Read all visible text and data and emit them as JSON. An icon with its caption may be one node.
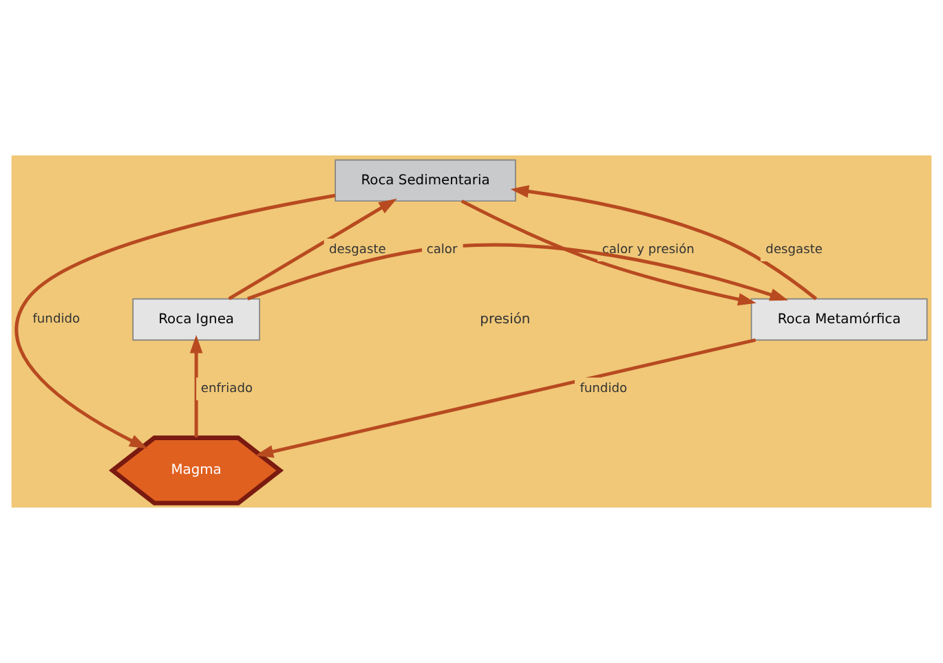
{
  "diagram": {
    "nodes": [
      {
        "text": [
          "Roca Sedimentaria"
        ]
      },
      {
        "text": [
          "Roca Ignea"
        ]
      },
      {
        "text": [
          "Roca Metamórfica"
        ]
      },
      {
        "text": [
          "Magma"
        ]
      }
    ],
    "edges": [
      {
        "from": 1,
        "to": 0,
        "arrow": "to",
        "label": "desgaste"
      },
      {
        "from": 0,
        "to": 2,
        "arrow": "to",
        "label": "calor y presión"
      },
      {
        "from": 2,
        "to": 0,
        "arrow": "to",
        "label": "desgaste"
      },
      {
        "from": 1,
        "to": 2,
        "arrow": "to",
        "label": "calor"
      },
      {
        "from": 0,
        "to": 3,
        "arrow": "to",
        "label": "fundido"
      },
      {
        "from": 2,
        "to": 3,
        "arrow": "to",
        "label": "fundido"
      },
      {
        "from": 3,
        "to": 1,
        "arrow": "to",
        "label": "enfriado"
      }
    ],
    "labels": [
      "presión"
    ]
  }
}
